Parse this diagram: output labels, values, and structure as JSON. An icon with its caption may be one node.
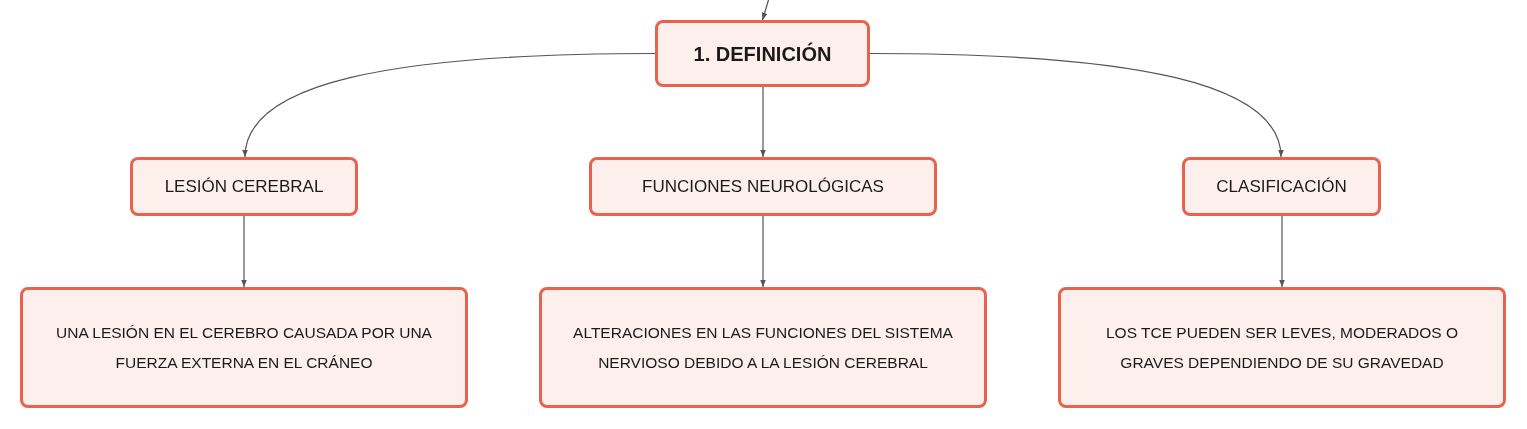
{
  "diagram": {
    "nodes": [
      {
        "text": [
          "1. DEFINICIÓN"
        ]
      },
      {
        "text": [
          "LESIÓN CEREBRAL"
        ]
      },
      {
        "text": [
          "FUNCIONES NEUROLÓGICAS"
        ]
      },
      {
        "text": [
          "CLASIFICACIÓN"
        ]
      },
      {
        "text": [
          "UNA LESIÓN EN EL CEREBRO CAUSADA POR UNA FUERZA EXTERNA EN EL CRÁNEO"
        ]
      },
      {
        "text": [
          "ALTERACIONES EN LAS FUNCIONES DEL SISTEMA NERVIOSO DEBIDO A LA LESIÓN CEREBRAL"
        ]
      },
      {
        "text": [
          "LOS TCE PUEDEN SER LEVES, MODERADOS O GRAVES DEPENDIENDO DE SU GRAVEDAD"
        ]
      }
    ],
    "edges": [
      {
        "from": null,
        "to": 0,
        "arrow": "to"
      },
      {
        "from": 0,
        "to": 1,
        "arrow": "to"
      },
      {
        "from": 0,
        "to": 2,
        "arrow": "to"
      },
      {
        "from": 0,
        "to": 3,
        "arrow": "to"
      },
      {
        "from": 1,
        "to": 4,
        "arrow": "to"
      },
      {
        "from": 2,
        "to": 5,
        "arrow": "to"
      },
      {
        "from": 3,
        "to": 6,
        "arrow": "to"
      }
    ]
  }
}
